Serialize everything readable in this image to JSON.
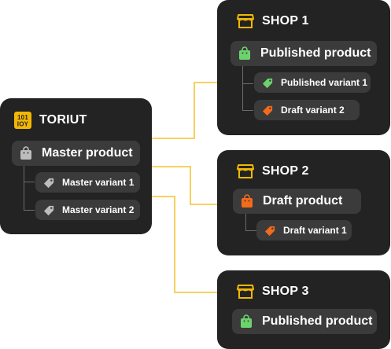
{
  "colors": {
    "card_bg": "#232323",
    "pill_bg": "#3b3b3b",
    "connector": "#f2b705",
    "published": "#6cd36c",
    "draft": "#f26a1b",
    "master": "#bdbdbd",
    "logo": "#f2b705"
  },
  "source": {
    "title": "TORIUT",
    "logo_icon": "toriut-logo-icon",
    "product": {
      "label": "Master product",
      "icon": "bag-icon"
    },
    "variants": [
      {
        "label": "Master variant 1",
        "icon": "tag-icon"
      },
      {
        "label": "Master variant 2",
        "icon": "tag-icon"
      }
    ]
  },
  "shops": [
    {
      "title": "SHOP 1",
      "icon": "store-icon",
      "product": {
        "label": "Published product",
        "status": "published",
        "icon": "bag-icon"
      },
      "variants": [
        {
          "label": "Published variant 1",
          "status": "published",
          "icon": "tag-icon"
        },
        {
          "label": "Draft variant 2",
          "status": "draft",
          "icon": "tag-icon"
        }
      ]
    },
    {
      "title": "SHOP 2",
      "icon": "store-icon",
      "product": {
        "label": "Draft product",
        "status": "draft",
        "icon": "bag-icon"
      },
      "variants": [
        {
          "label": "Draft variant 1",
          "status": "draft",
          "icon": "tag-icon"
        }
      ]
    },
    {
      "title": "SHOP 3",
      "icon": "store-icon",
      "product": {
        "label": "Published product",
        "status": "published",
        "icon": "bag-icon"
      },
      "variants": []
    }
  ]
}
